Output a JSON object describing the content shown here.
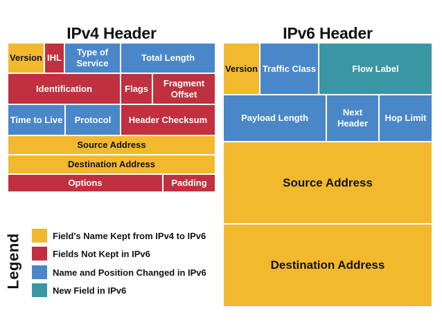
{
  "ipv4": {
    "title": "IPv4 Header",
    "fields": {
      "version": "Version",
      "ihl": "IHL",
      "type_of_service": "Type of Service",
      "total_length": "Total Length",
      "identification": "Identification",
      "flags": "Flags",
      "fragment_offset": "Fragment Offset",
      "time_to_live": "Time to Live",
      "protocol": "Protocol",
      "header_checksum": "Header Checksum",
      "source_address": "Source Address",
      "destination_address": "Destination Address",
      "options": "Options",
      "padding": "Padding"
    }
  },
  "ipv6": {
    "title": "IPv6 Header",
    "fields": {
      "version": "Version",
      "traffic_class": "Traffic Class",
      "flow_label": "Flow Label",
      "payload_length": "Payload Length",
      "next_header": "Next Header",
      "hop_limit": "Hop Limit",
      "source_address": "Source Address",
      "destination_address": "Destination Address"
    }
  },
  "legend": {
    "title": "Legend",
    "items": [
      {
        "label": "Field's Name Kept from IPv4 to IPv6",
        "color": "#f2b92e"
      },
      {
        "label": "Fields Not Kept in IPv6",
        "color": "#c0303e"
      },
      {
        "label": "Name and Position Changed in IPv6",
        "color": "#4a87c9"
      },
      {
        "label": "New Field in IPv6",
        "color": "#3b96a4"
      }
    ]
  }
}
